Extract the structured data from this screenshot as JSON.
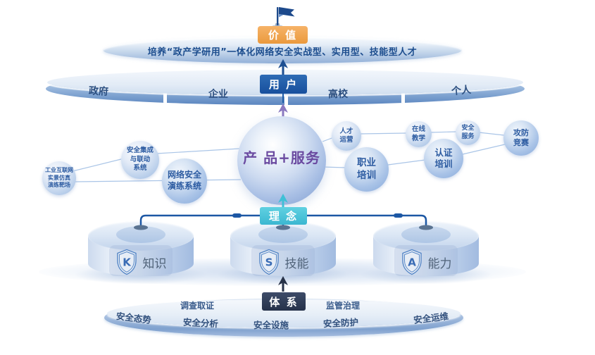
{
  "value_layer": {
    "badge": "价 值",
    "text": "培养“政产学研用”一体化网络安全实战型、实用型、技能型人才"
  },
  "user_layer": {
    "badge": "用 户",
    "segments": [
      {
        "label": "政府"
      },
      {
        "label": "企业"
      },
      {
        "label": "高校"
      },
      {
        "label": "个人"
      }
    ]
  },
  "core": {
    "label": "产 品+服务"
  },
  "bubbles": {
    "industrial": {
      "text": "工业互联网\n实景仿真\n演练靶场"
    },
    "integration": {
      "text": "安全集成\n与联动\n系统"
    },
    "cyber_range": {
      "text": "网络安全\n演练系统"
    },
    "talent": {
      "text": "人才\n运营"
    },
    "online": {
      "text": "在线\n教学"
    },
    "service": {
      "text": "安全\n服务"
    },
    "competition": {
      "text": "攻防\n竞赛"
    },
    "certification": {
      "text": "认证\n培训"
    },
    "vocational": {
      "text": "职业\n培训"
    }
  },
  "concept": {
    "badge": "理 念"
  },
  "pillars": [
    {
      "letter": "K",
      "label": "知识"
    },
    {
      "letter": "S",
      "label": "技能"
    },
    {
      "letter": "A",
      "label": "能力"
    }
  ],
  "system_layer": {
    "badge": "体 系",
    "top_items": [
      {
        "label": "调查取证"
      },
      {
        "label": "监管治理"
      }
    ],
    "band_items": [
      {
        "label": "安全态势"
      },
      {
        "label": "安全分析"
      },
      {
        "label": "安全设施"
      },
      {
        "label": "安全防护"
      },
      {
        "label": "安全运维"
      }
    ]
  },
  "colors": {
    "value_badge": "#ef9d44",
    "user_badge": "#1d58a4",
    "concept_badge": "#46c2d9",
    "system_badge": "#2b3850",
    "core_text": "#6a4aa0",
    "link_line": "#aac5e7",
    "pillar_line": "#1c57a4"
  }
}
